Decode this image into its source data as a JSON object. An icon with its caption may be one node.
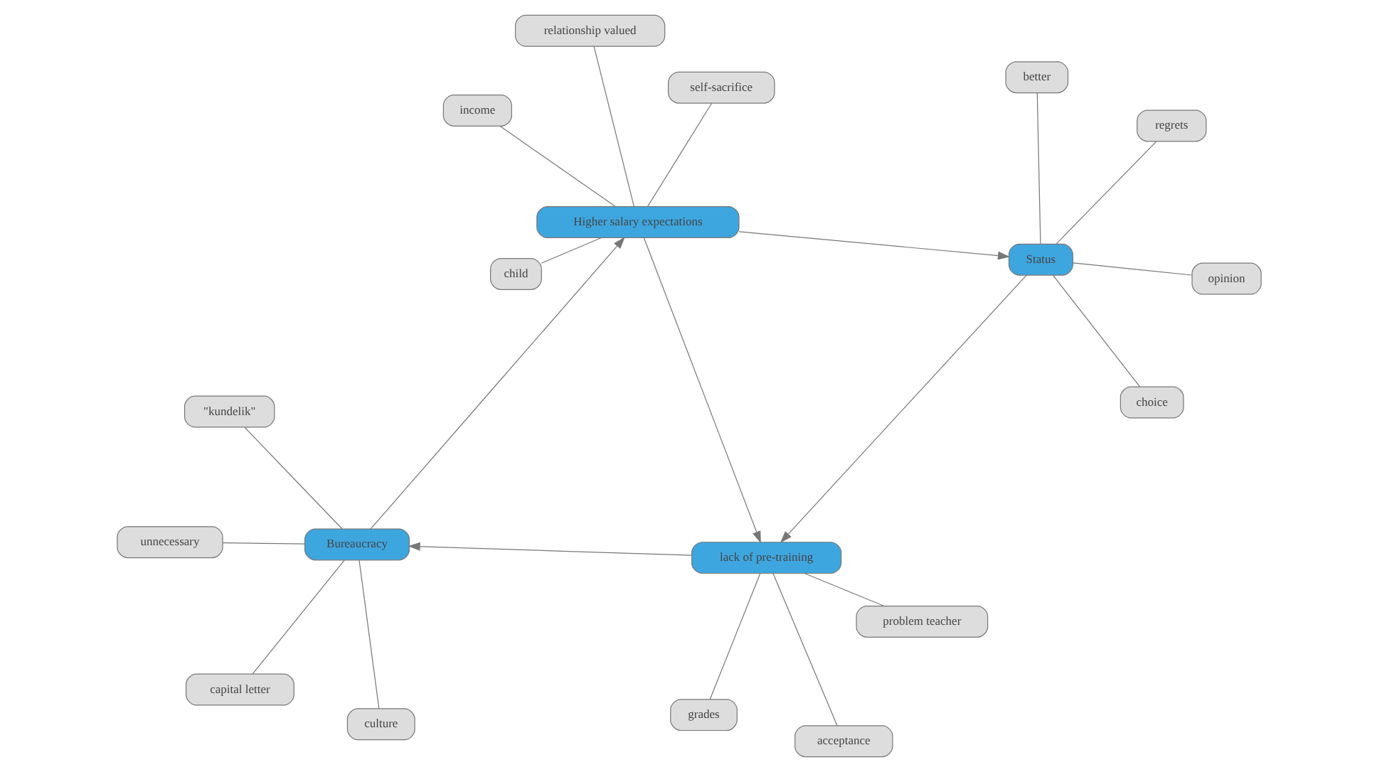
{
  "diagram": {
    "nodes": [
      {
        "text": [
          "Bureaucracy"
        ]
      },
      {
        "text": [
          "culture"
        ]
      },
      {
        "text": [
          "capital letter"
        ]
      },
      {
        "text": [
          "unnecessary"
        ]
      },
      {
        "text": [
          "\"kundelik\""
        ]
      },
      {
        "text": [
          "income"
        ]
      },
      {
        "text": [
          "acceptance"
        ]
      },
      {
        "text": [
          "self-sacrifice"
        ]
      },
      {
        "text": [
          "problem teacher"
        ]
      },
      {
        "text": [
          "lack of pre-training"
        ]
      },
      {
        "text": [
          "child"
        ]
      },
      {
        "text": [
          "grades"
        ]
      },
      {
        "text": [
          "Higher salary expectations"
        ]
      },
      {
        "text": [
          "relationship valued"
        ]
      },
      {
        "text": [
          "opinion"
        ]
      },
      {
        "text": [
          "choice"
        ]
      },
      {
        "text": [
          "Status"
        ]
      },
      {
        "text": [
          "regrets"
        ]
      },
      {
        "text": [
          "better"
        ]
      }
    ],
    "edges": [
      {
        "from": 1,
        "to": 0,
        "arrow": "none"
      },
      {
        "from": 0,
        "to": 2,
        "arrow": "none"
      },
      {
        "from": 3,
        "to": 0,
        "arrow": "none"
      },
      {
        "from": 0,
        "to": 4,
        "arrow": "none"
      },
      {
        "from": 0,
        "to": 12,
        "arrow": "to"
      },
      {
        "from": 9,
        "to": 0,
        "arrow": "to"
      },
      {
        "from": 5,
        "to": 12,
        "arrow": "none"
      },
      {
        "from": 7,
        "to": 12,
        "arrow": "none"
      },
      {
        "from": 10,
        "to": 12,
        "arrow": "none"
      },
      {
        "from": 12,
        "to": 13,
        "arrow": "none"
      },
      {
        "from": 12,
        "to": 9,
        "arrow": "to"
      },
      {
        "from": 12,
        "to": 16,
        "arrow": "to"
      },
      {
        "from": 6,
        "to": 9,
        "arrow": "none"
      },
      {
        "from": 8,
        "to": 9,
        "arrow": "none"
      },
      {
        "from": 11,
        "to": 9,
        "arrow": "none"
      },
      {
        "from": 16,
        "to": 9,
        "arrow": "to"
      },
      {
        "from": 14,
        "to": 16,
        "arrow": "none"
      },
      {
        "from": 16,
        "to": 15,
        "arrow": "none"
      },
      {
        "from": 17,
        "to": 16,
        "arrow": "none"
      },
      {
        "from": 16,
        "to": 18,
        "arrow": "none"
      }
    ]
  }
}
